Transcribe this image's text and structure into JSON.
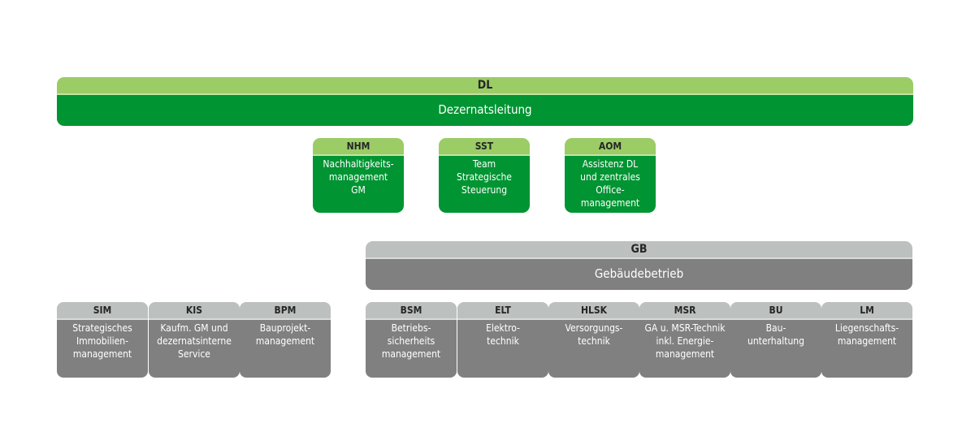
{
  "leadership": {
    "code": "DL",
    "name": "Dezernatsleitung",
    "colors": {
      "header": "#9bcc66",
      "body": "#009432"
    }
  },
  "staff_units": [
    {
      "code": "NHM",
      "lines": [
        "Nachhaltigkeits-",
        "management",
        "GM"
      ]
    },
    {
      "code": "SST",
      "lines": [
        "Team",
        "Strategische",
        "Steuerung"
      ]
    },
    {
      "code": "AOM",
      "lines": [
        "Assistenz DL",
        "und zentrales",
        "Office-",
        "management"
      ]
    }
  ],
  "division": {
    "code": "GB",
    "name": "Gebäudebetrieb",
    "colors": {
      "header": "#bcc0bf",
      "body": "#808080"
    }
  },
  "left_departments": [
    {
      "code": "SIM",
      "lines": [
        "Strategisches",
        "Immobilien-",
        "management"
      ]
    },
    {
      "code": "KIS",
      "lines": [
        "Kaufm. GM und",
        "dezernatsinterne",
        "Service"
      ]
    },
    {
      "code": "BPM",
      "lines": [
        "Bauprojekt-",
        "management"
      ]
    }
  ],
  "gb_departments": [
    {
      "code": "BSM",
      "lines": [
        "Betriebs-",
        "sicherheits",
        "management"
      ]
    },
    {
      "code": "ELT",
      "lines": [
        "Elektro-",
        "technik"
      ]
    },
    {
      "code": "HLSK",
      "lines": [
        "Versorgungs-",
        "technik"
      ]
    },
    {
      "code": "MSR",
      "lines": [
        "GA u. MSR-Technik",
        "inkl. Energie-",
        "management"
      ]
    },
    {
      "code": "BU",
      "lines": [
        "Bau-",
        "unterhaltung"
      ]
    },
    {
      "code": "LM",
      "lines": [
        "Liegenschafts-",
        "management"
      ]
    }
  ]
}
